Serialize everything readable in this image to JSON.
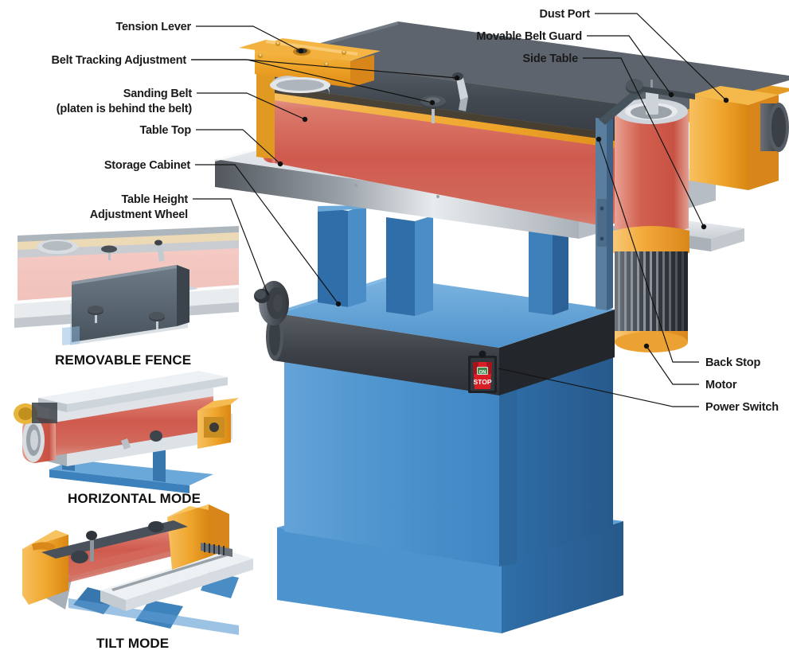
{
  "diagram": {
    "title": "Edge Sander Parts Diagram",
    "background": "#ffffff",
    "colors": {
      "belt_red": "#d4584f",
      "belt_red_light": "#e89b90",
      "housing_orange": "#f0a02a",
      "housing_orange_dark": "#d8861a",
      "guard_gray": "#4a4f56",
      "table_silver": "#d9dde1",
      "cabinet_blue": "#4a91cc",
      "cabinet_blue_dark": "#2b6ba5",
      "motor_orange": "#f5a93c",
      "switch_red": "#d81f26",
      "label_text": "#1a1a1a"
    }
  },
  "labels_left": [
    {
      "id": "tension-lever",
      "text": "Tension Lever"
    },
    {
      "id": "belt-tracking",
      "text": "Belt Tracking Adjustment"
    },
    {
      "id": "sanding-belt",
      "text": "Sanding Belt"
    },
    {
      "id": "sanding-belt-2",
      "text": "(platen is behind the belt)"
    },
    {
      "id": "table-top",
      "text": "Table Top"
    },
    {
      "id": "storage-cabinet",
      "text": "Storage Cabinet"
    },
    {
      "id": "table-height-1",
      "text": "Table Height"
    },
    {
      "id": "table-height-2",
      "text": "Adjustment Wheel"
    }
  ],
  "labels_right": [
    {
      "id": "dust-port",
      "text": "Dust Port"
    },
    {
      "id": "movable-belt-guard",
      "text": "Movable Belt Guard"
    },
    {
      "id": "side-table",
      "text": "Side Table"
    },
    {
      "id": "back-stop",
      "text": "Back Stop"
    },
    {
      "id": "motor",
      "text": "Motor"
    },
    {
      "id": "power-switch",
      "text": "Power Switch"
    }
  ],
  "switch": {
    "on_label": "ON",
    "stop_label": "STOP"
  },
  "insets": [
    {
      "id": "removable-fence",
      "caption": "REMOVABLE FENCE"
    },
    {
      "id": "horizontal-mode",
      "caption": "HORIZONTAL MODE"
    },
    {
      "id": "tilt-mode",
      "caption": "TILT MODE"
    }
  ]
}
